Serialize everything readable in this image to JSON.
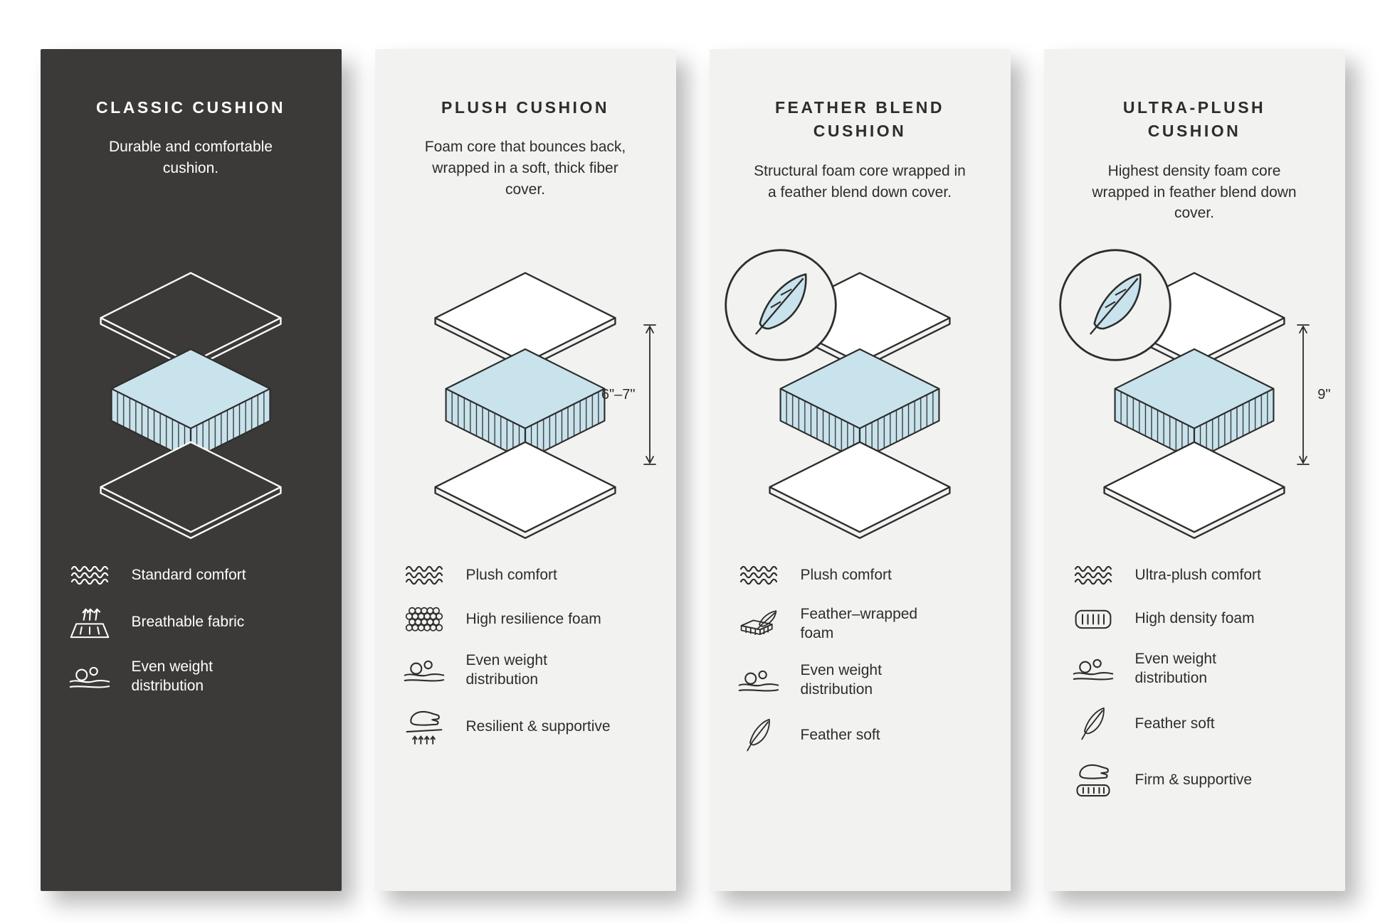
{
  "colors": {
    "dark_panel": "#3b3a38",
    "light_panel": "#f2f2f0",
    "foam_blue": "#c9e3ec",
    "ink": "#2d2d2d",
    "page_bg": "#ffffff"
  },
  "panels": [
    {
      "title": "CLASSIC CUSHION",
      "description": "Durable and comfortable cushion.",
      "theme": "dark",
      "features": [
        {
          "icon": "waves-icon",
          "label": "Standard comfort"
        },
        {
          "icon": "breathable-fabric-icon",
          "label": "Breathable fabric"
        },
        {
          "icon": "weight-distribution-icon",
          "label": "Even weight distribution"
        }
      ]
    },
    {
      "title": "PLUSH CUSHION",
      "description": "Foam core that bounces back, wrapped in a soft, thick fiber cover.",
      "theme": "light",
      "dimension": "6\"–7\"",
      "features": [
        {
          "icon": "waves-icon",
          "label": "Plush comfort"
        },
        {
          "icon": "foam-bubbles-icon",
          "label": "High resilience foam"
        },
        {
          "icon": "weight-distribution-icon",
          "label": "Even weight distribution"
        },
        {
          "icon": "hand-arrows-icon",
          "label": "Resilient & supportive"
        }
      ]
    },
    {
      "title": "FEATHER BLEND CUSHION",
      "description": "Structural foam core wrapped in a feather blend down cover.",
      "theme": "light",
      "badge": "feather",
      "features": [
        {
          "icon": "waves-icon",
          "label": "Plush comfort"
        },
        {
          "icon": "feather-foam-icon",
          "label": "Feather–wrapped foam"
        },
        {
          "icon": "weight-distribution-icon",
          "label": "Even weight distribution"
        },
        {
          "icon": "feather-icon",
          "label": "Feather soft"
        }
      ]
    },
    {
      "title": "ULTRA-PLUSH CUSHION",
      "description": "Highest density foam core wrapped in feather blend down cover.",
      "theme": "light",
      "badge": "feather",
      "dimension": "9\"",
      "features": [
        {
          "icon": "waves-icon",
          "label": "Ultra-plush comfort"
        },
        {
          "icon": "density-foam-icon",
          "label": "High density foam"
        },
        {
          "icon": "weight-distribution-icon",
          "label": "Even weight distribution"
        },
        {
          "icon": "feather-icon",
          "label": "Feather soft"
        },
        {
          "icon": "hand-foam-icon",
          "label": "Firm & supportive"
        }
      ]
    }
  ]
}
